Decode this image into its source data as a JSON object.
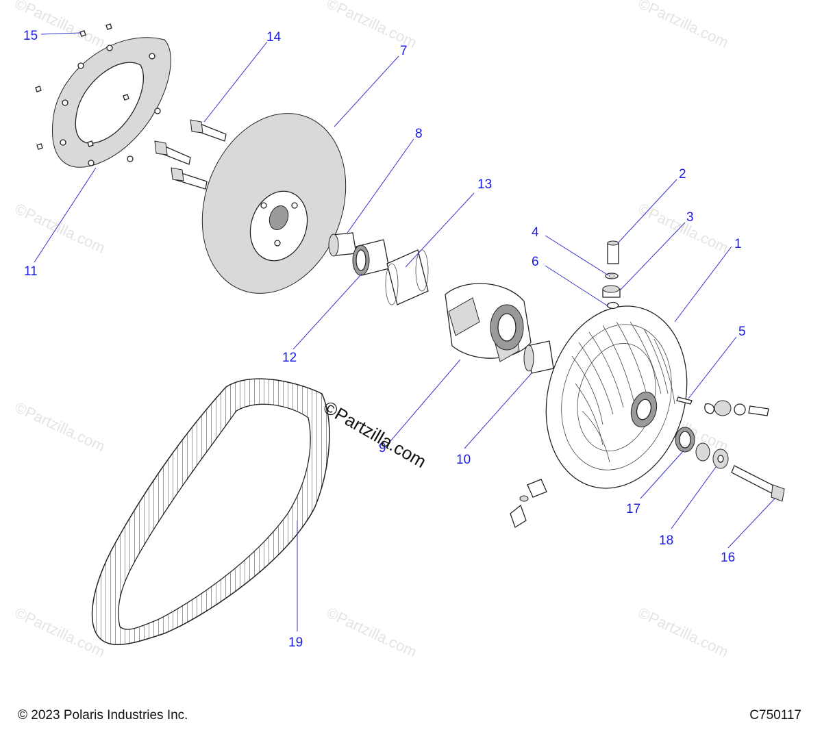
{
  "watermark": {
    "text": "©Partzilla.com",
    "center_text": "©Partzilla.com"
  },
  "callouts": [
    {
      "id": "callout-1",
      "label": "1"
    },
    {
      "id": "callout-2",
      "label": "2"
    },
    {
      "id": "callout-3",
      "label": "3"
    },
    {
      "id": "callout-4",
      "label": "4"
    },
    {
      "id": "callout-5",
      "label": "5"
    },
    {
      "id": "callout-6",
      "label": "6"
    },
    {
      "id": "callout-7",
      "label": "7"
    },
    {
      "id": "callout-8",
      "label": "8"
    },
    {
      "id": "callout-9",
      "label": "9"
    },
    {
      "id": "callout-10",
      "label": "10"
    },
    {
      "id": "callout-11",
      "label": "11"
    },
    {
      "id": "callout-12",
      "label": "12"
    },
    {
      "id": "callout-13",
      "label": "13"
    },
    {
      "id": "callout-14",
      "label": "14"
    },
    {
      "id": "callout-15",
      "label": "15"
    },
    {
      "id": "callout-16",
      "label": "16"
    },
    {
      "id": "callout-17",
      "label": "17"
    },
    {
      "id": "callout-18",
      "label": "18"
    },
    {
      "id": "callout-19",
      "label": "19"
    }
  ],
  "footer": {
    "copyright": "© 2023 Polaris Industries Inc.",
    "drawing_code": "C750117"
  }
}
